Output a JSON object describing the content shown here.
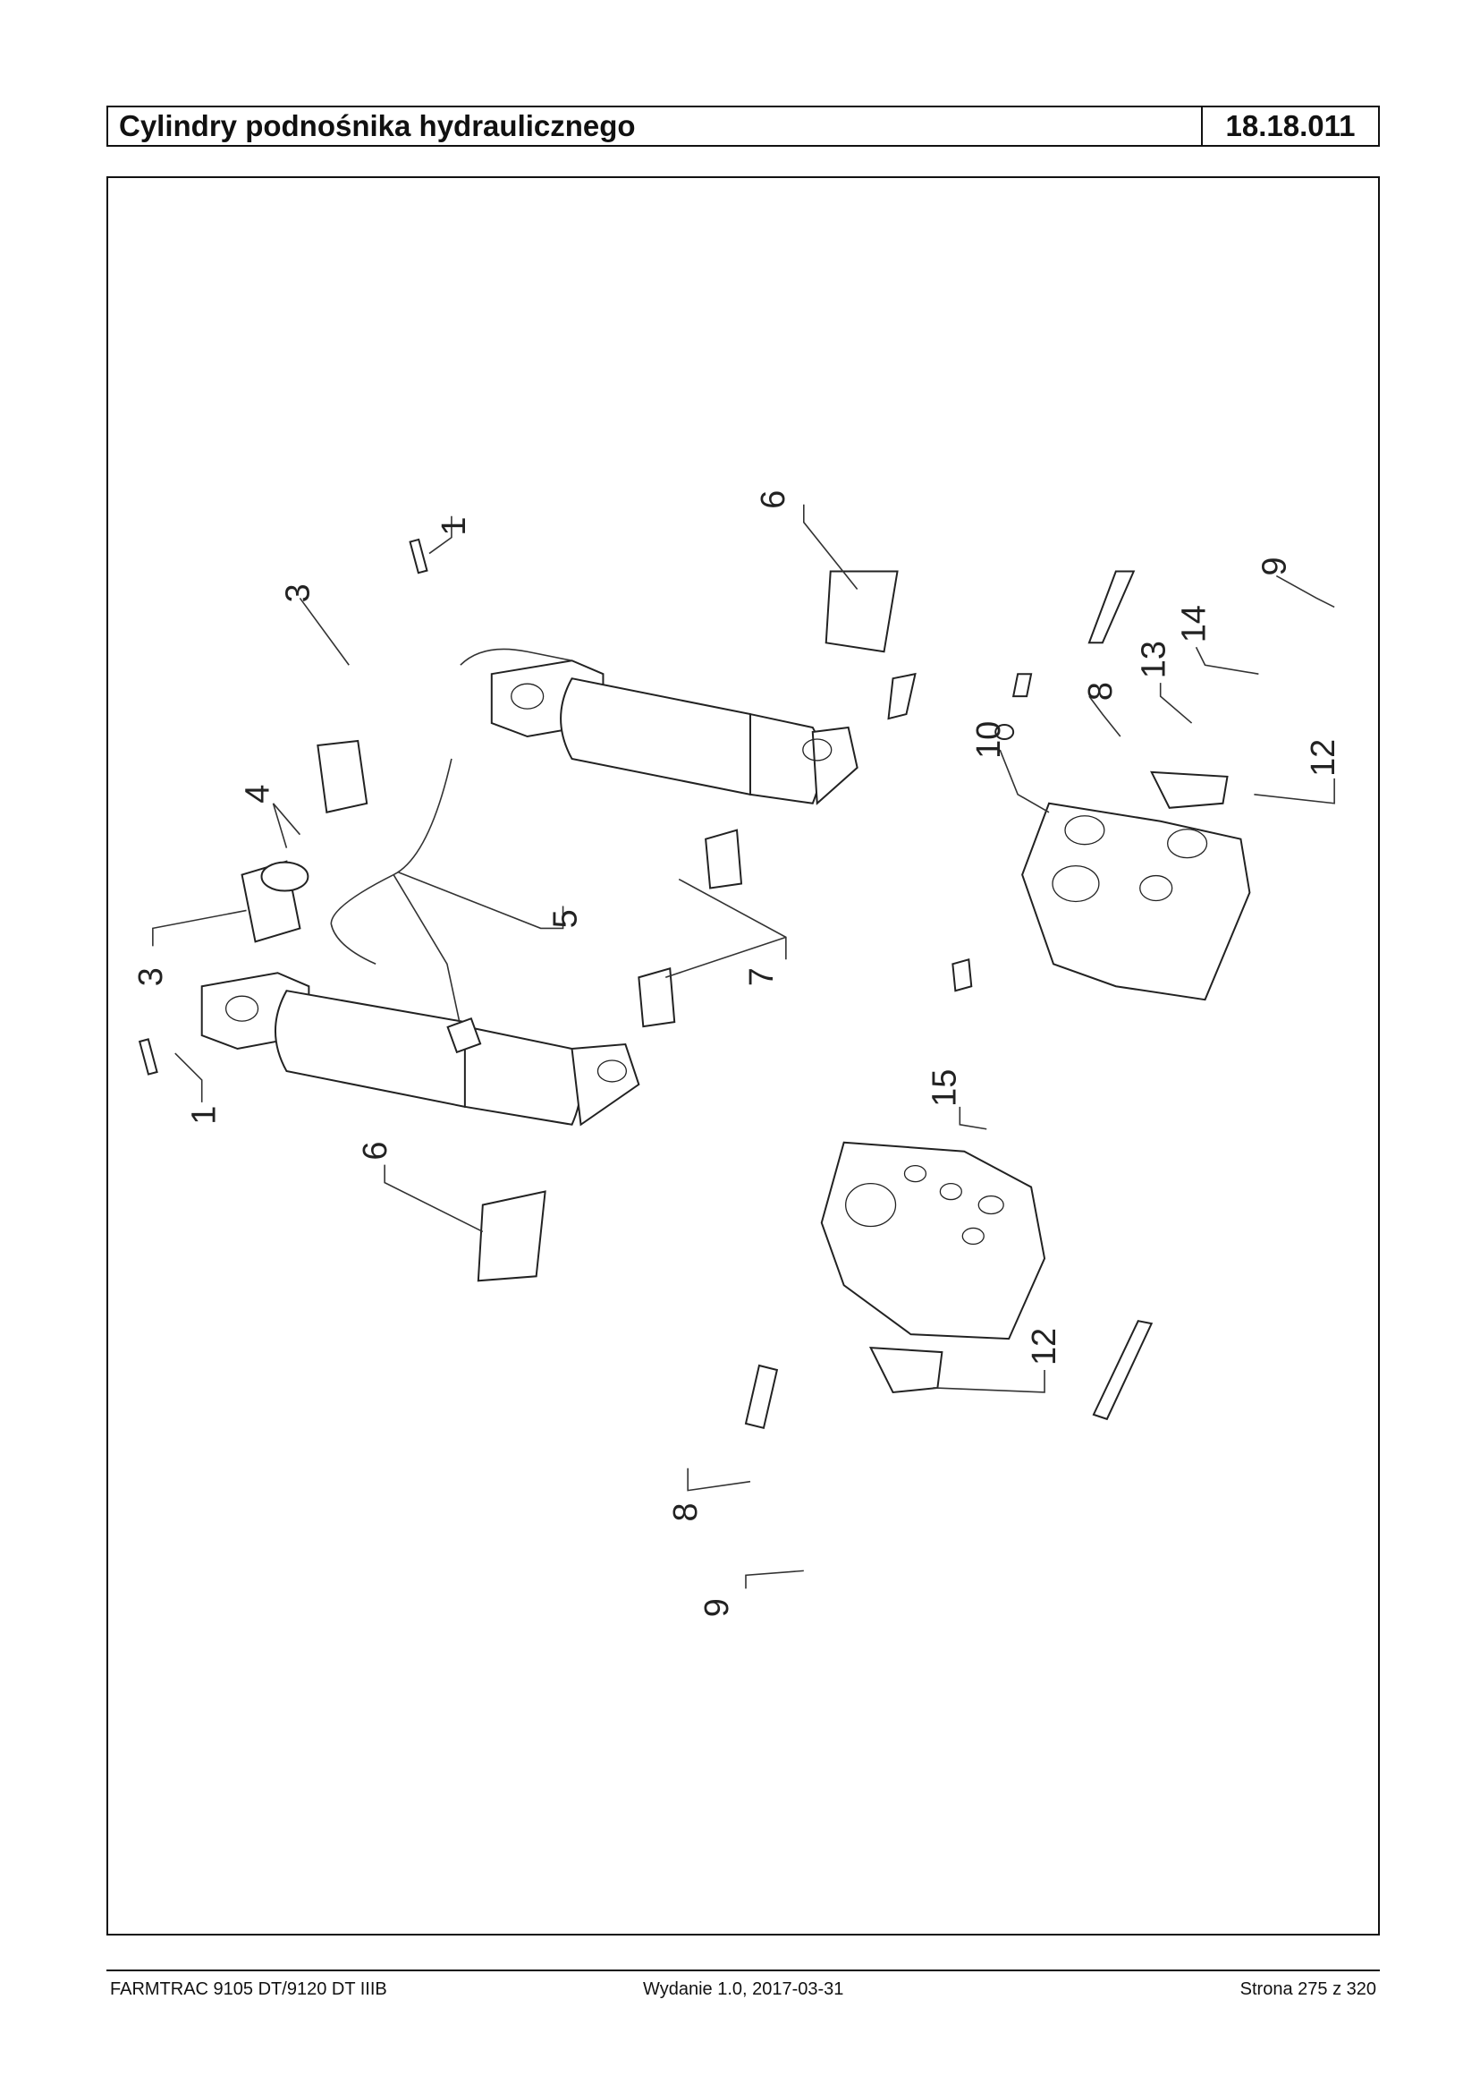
{
  "header": {
    "title": "Cylindry podnośnika hydraulicznego",
    "code": "18.18.011"
  },
  "callouts": [
    "1",
    "1",
    "3",
    "3",
    "4",
    "5",
    "6",
    "6",
    "7",
    "8",
    "8",
    "9",
    "9",
    "10",
    "12",
    "12",
    "13",
    "14",
    "15"
  ],
  "footer": {
    "model": "FARMTRAC 9105 DT/9120 DT IIIB",
    "edition": "Wydanie 1.0,  2017-03-31",
    "page": "Strona 275 z 320"
  }
}
